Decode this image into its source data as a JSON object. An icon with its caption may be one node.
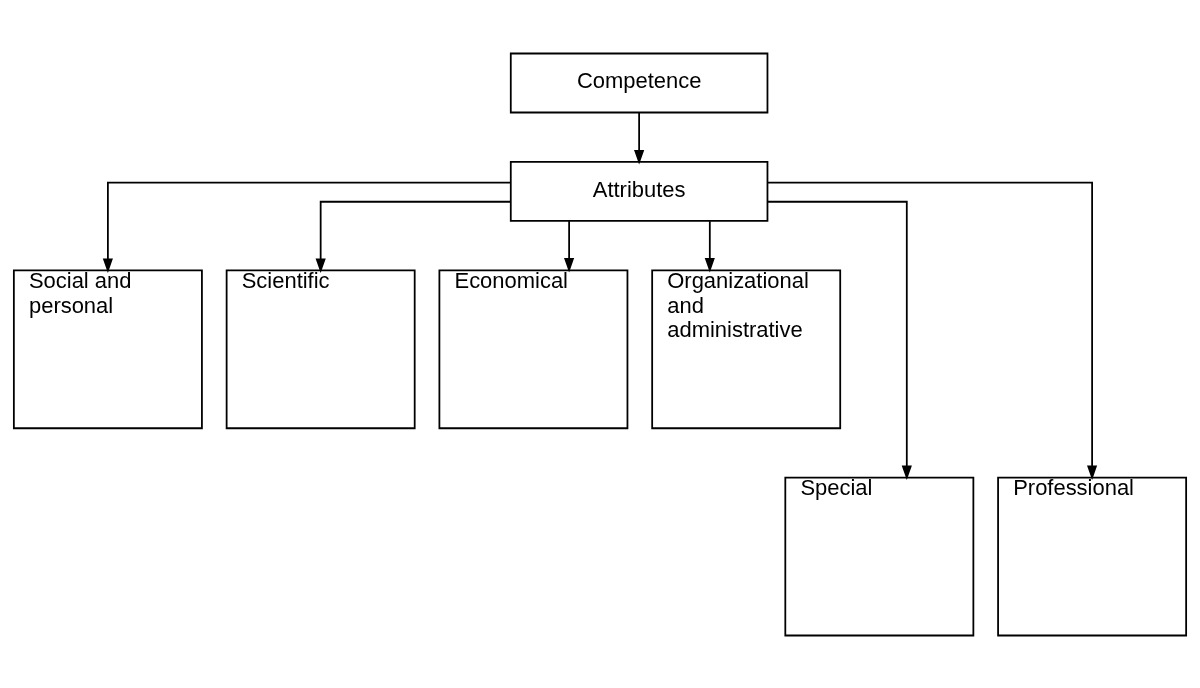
{
  "diagram": {
    "nodes": [
      {
        "text": [
          "Competence"
        ]
      },
      {
        "text": [
          "Attributes"
        ]
      },
      {
        "text": [
          "Social and personal"
        ]
      },
      {
        "text": [
          "Scientific"
        ]
      },
      {
        "text": [
          "Economical"
        ]
      },
      {
        "text": [
          "Organizational and administrative"
        ]
      },
      {
        "text": [
          "Special"
        ]
      },
      {
        "text": [
          "Professional"
        ]
      }
    ],
    "edges": [
      {
        "from": 0,
        "to": 1,
        "arrow": "to"
      },
      {
        "from": 1,
        "to": 2,
        "arrow": "to"
      },
      {
        "from": 1,
        "to": 3,
        "arrow": "to"
      },
      {
        "from": 1,
        "to": 6,
        "arrow": "to"
      },
      {
        "from": 1,
        "to": 7,
        "arrow": "to"
      },
      {
        "from": 1,
        "to": 4,
        "arrow": "to"
      },
      {
        "from": 1,
        "to": 5,
        "arrow": "to"
      }
    ]
  }
}
